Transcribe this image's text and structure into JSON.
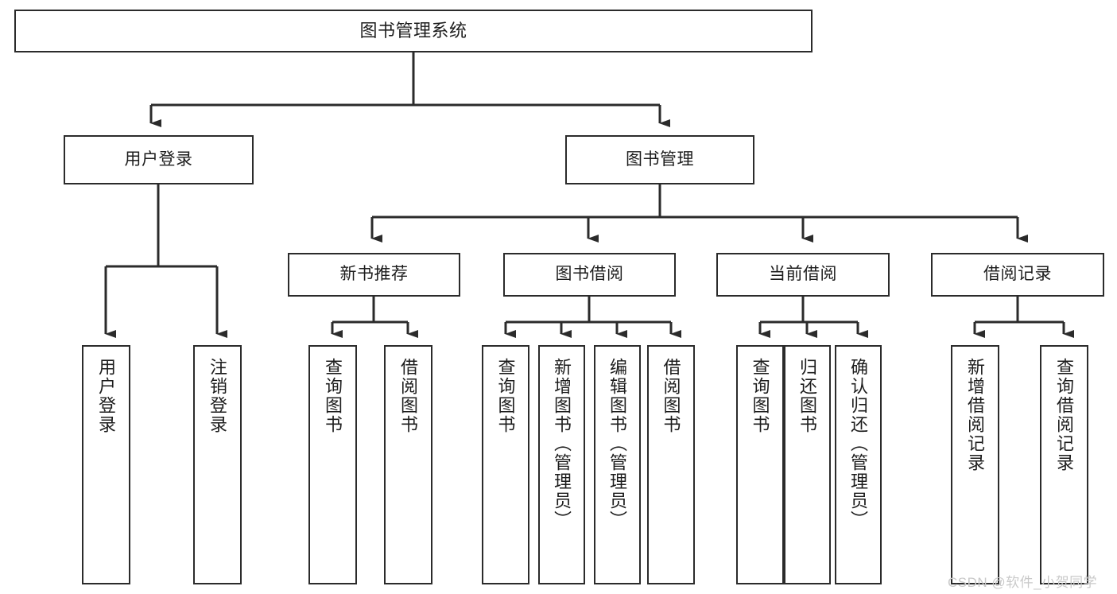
{
  "diagram": {
    "type": "tree-hierarchy-flowchart",
    "title": "图书管理系统",
    "root": {
      "label": "图书管理系统"
    },
    "level1": [
      {
        "id": "user-login",
        "label": "用户登录"
      },
      {
        "id": "book-management",
        "label": "图书管理"
      }
    ],
    "level2": [
      {
        "id": "new-book-recommend",
        "label": "新书推荐",
        "parent": "book-management"
      },
      {
        "id": "book-borrow",
        "label": "图书借阅",
        "parent": "book-management"
      },
      {
        "id": "current-borrow",
        "label": "当前借阅",
        "parent": "book-management"
      },
      {
        "id": "borrow-record",
        "label": "借阅记录",
        "parent": "book-management"
      }
    ],
    "leaves": [
      {
        "id": "leaf-user-login",
        "label": "用户登录",
        "parent": "user-login"
      },
      {
        "id": "leaf-logout-login",
        "label": "注销登录",
        "parent": "user-login"
      },
      {
        "id": "leaf-query-book-1",
        "label": "查询图书",
        "parent": "new-book-recommend"
      },
      {
        "id": "leaf-borrow-book-1",
        "label": "借阅图书",
        "parent": "new-book-recommend"
      },
      {
        "id": "leaf-query-book-2",
        "label": "查询图书",
        "parent": "book-borrow"
      },
      {
        "id": "leaf-add-book",
        "label": "新增图书（管理员）",
        "parent": "book-borrow"
      },
      {
        "id": "leaf-edit-book",
        "label": "编辑图书（管理员）",
        "parent": "book-borrow"
      },
      {
        "id": "leaf-borrow-book-2",
        "label": "借阅图书",
        "parent": "book-borrow"
      },
      {
        "id": "leaf-query-book-3",
        "label": "查询图书",
        "parent": "current-borrow"
      },
      {
        "id": "leaf-return-book",
        "label": "归还图书",
        "parent": "current-borrow"
      },
      {
        "id": "leaf-confirm-return",
        "label": "确认归还（管理员）",
        "parent": "current-borrow"
      },
      {
        "id": "leaf-add-record",
        "label": "新增借阅记录",
        "parent": "borrow-record"
      },
      {
        "id": "leaf-query-record",
        "label": "查询借阅记录",
        "parent": "borrow-record"
      }
    ],
    "colors": {
      "box_border": "#2b2b2b",
      "box_fill": "#ffffff",
      "connector": "#2b2b2b",
      "text": "#1d1d1d",
      "watermark": "#c9c9c9"
    }
  },
  "watermark": {
    "text": "CSDN @软件_小贺同学"
  }
}
